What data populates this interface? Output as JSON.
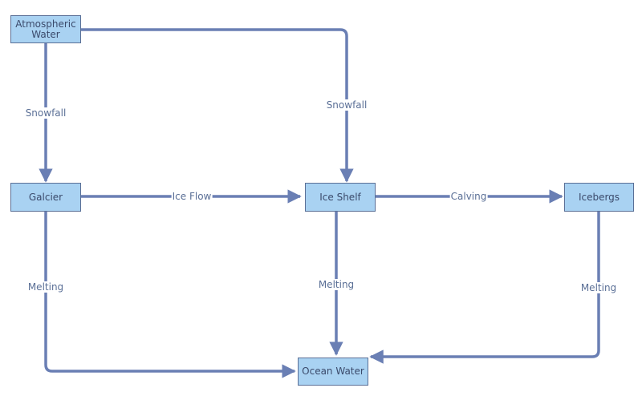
{
  "diagram": {
    "nodes": {
      "atmospheric_water": "Atmospheric\nWater",
      "galcier": "Galcier",
      "ice_shelf": "Ice Shelf",
      "icebergs": "Icebergs",
      "ocean_water": "Ocean Water"
    },
    "edges": {
      "snowfall_to_galcier": "Snowfall",
      "snowfall_to_ice_shelf": "Snowfall",
      "ice_flow": "Ice Flow",
      "calving": "Calving",
      "melting_galcier": "Melting",
      "melting_ice_shelf": "Melting",
      "melting_icebergs": "Melting"
    }
  },
  "colors": {
    "node_fill": "#a9d2f2",
    "node_border": "#5a6f96",
    "edge": "#6a7fb4",
    "text": "#3b4a6b"
  }
}
